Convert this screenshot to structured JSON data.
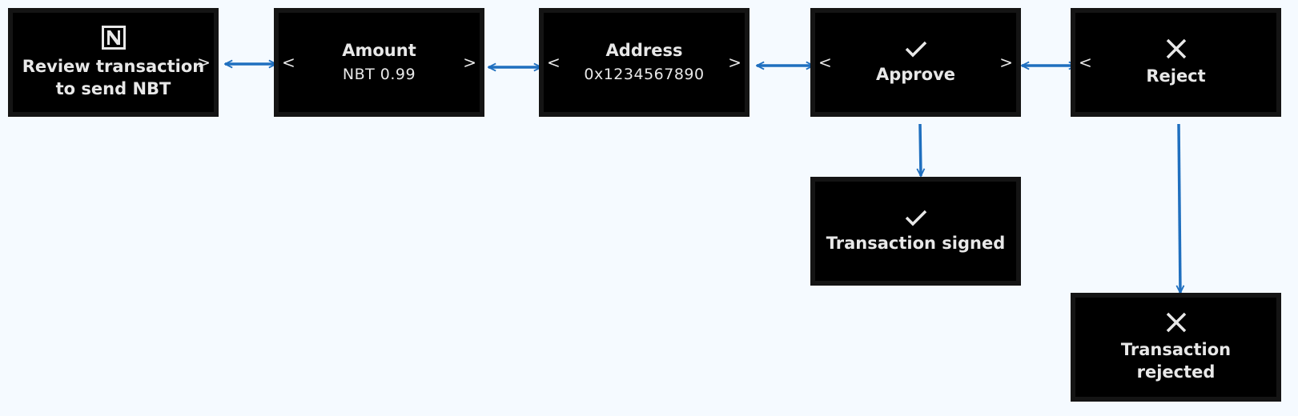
{
  "colors": {
    "background": "#f5faff",
    "screen": "#000000",
    "border": "#141414",
    "text": "#e8e8e8",
    "arrow": "#1f6fbf"
  },
  "screens": {
    "review": {
      "line1": "Review transaction",
      "line2": "to send NBT",
      "icon": "n-logo-icon"
    },
    "amount": {
      "title": "Amount",
      "value": "NBT 0.99"
    },
    "address": {
      "title": "Address",
      "value": "0x1234567890"
    },
    "approve": {
      "title": "Approve",
      "icon": "checkmark-icon"
    },
    "reject": {
      "title": "Reject",
      "icon": "x-icon"
    },
    "signed": {
      "title": "Transaction signed",
      "icon": "checkmark-icon"
    },
    "rejected": {
      "line1": "Transaction",
      "line2": "rejected",
      "icon": "x-icon"
    }
  },
  "nav": {
    "prev": "<",
    "next": ">"
  }
}
